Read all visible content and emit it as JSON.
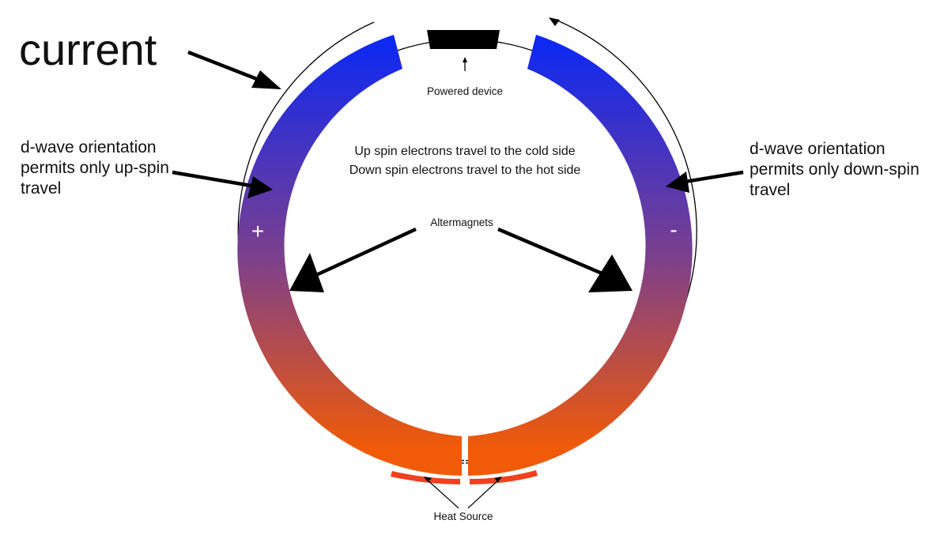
{
  "labels": {
    "current": "current",
    "left_orientation": [
      "d-wave orientation",
      "permits only up-spin",
      "travel"
    ],
    "right_orientation": [
      "d-wave orientation",
      "permits only down-spin",
      "travel"
    ],
    "center_line1": "Up spin electrons travel to the cold side",
    "center_line2": "Down spin electrons travel to the hot side",
    "powered_device": "Powered device",
    "altermagnets": "Altermagnets",
    "heat_source": "Heat Source",
    "plus_sign": "+",
    "minus_sign": "-"
  },
  "colors": {
    "cold": "#0a28f5",
    "mid": "#7a3f8f",
    "hot": "#f05a08",
    "device": "#000000",
    "heat_source": "#f0401e",
    "lines": "#000000"
  }
}
